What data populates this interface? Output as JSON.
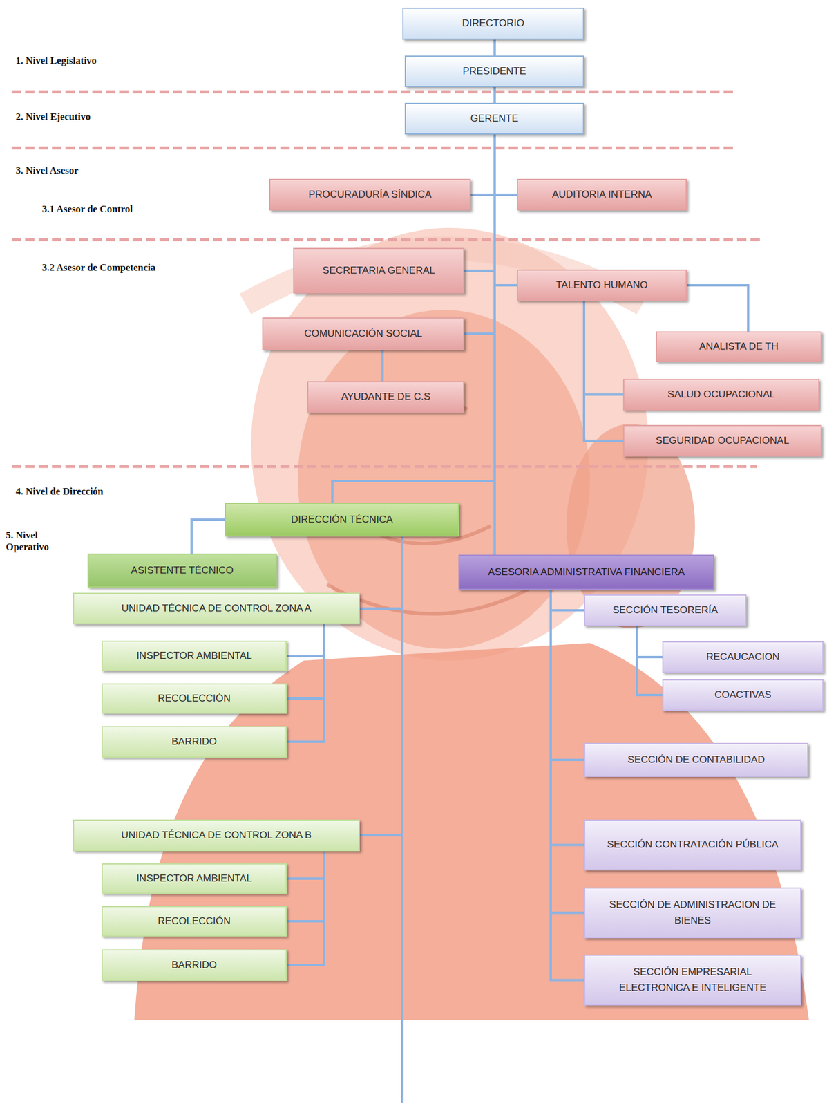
{
  "diagram": {
    "nodes": [
      {
        "text": [
          "DIRECTORIO"
        ]
      },
      {
        "text": [
          "PRESIDENTE"
        ]
      },
      {
        "text": [
          "GERENTE"
        ]
      },
      {
        "text": [
          "PROCURADURÍA SÍNDICA"
        ]
      },
      {
        "text": [
          "AUDITORIA INTERNA"
        ]
      },
      {
        "text": [
          "SECRETARIA GENERAL"
        ]
      },
      {
        "text": [
          "TALENTO HUMANO"
        ]
      },
      {
        "text": [
          "COMUNICACIÓN SOCIAL"
        ]
      },
      {
        "text": [
          "ANALISTA DE TH"
        ]
      },
      {
        "text": [
          "AYUDANTE DE C.S"
        ]
      },
      {
        "text": [
          "SALUD OCUPACIONAL"
        ]
      },
      {
        "text": [
          "SEGURIDAD OCUPACIONAL"
        ]
      },
      {
        "text": [
          "DIRECCIÓN TÉCNICA"
        ]
      },
      {
        "text": [
          "ASISTENTE TÉCNICO"
        ]
      },
      {
        "text": [
          "ASESORIA ADMINISTRATIVA FINANCIERA"
        ]
      },
      {
        "text": [
          "UNIDAD TÉCNICA DE CONTROL ZONA A"
        ]
      },
      {
        "text": [
          "SECCIÓN TESORERÍA"
        ]
      },
      {
        "text": [
          "INSPECTOR AMBIENTAL"
        ]
      },
      {
        "text": [
          "RECAUCACION"
        ]
      },
      {
        "text": [
          "COACTIVAS"
        ]
      },
      {
        "text": [
          "RECOLECCIÓN"
        ]
      },
      {
        "text": [
          "BARRIDO"
        ]
      },
      {
        "text": [
          "SECCIÓN DE CONTABILIDAD"
        ]
      },
      {
        "text": [
          "UNIDAD TÉCNICA DE CONTROL ZONA B"
        ]
      },
      {
        "text": [
          "SECCIÓN CONTRATACIÓN PÚBLICA"
        ]
      },
      {
        "text": [
          "INSPECTOR AMBIENTAL"
        ]
      },
      {
        "text": [
          "SECCIÓN DE ADMINISTRACION DE BIENES"
        ]
      },
      {
        "text": [
          "RECOLECCIÓN"
        ]
      },
      {
        "text": [
          "SECCIÓN EMPRESARIAL ELECTRONICA E INTELIGENTE"
        ]
      },
      {
        "text": [
          "BARRIDO"
        ]
      }
    ],
    "edges": [
      {
        "from": 0,
        "to": 1,
        "arrow": "none"
      },
      {
        "from": 1,
        "to": 2,
        "arrow": "none"
      },
      {
        "from": 2,
        "to": 3,
        "arrow": "none"
      },
      {
        "from": 2,
        "to": 4,
        "arrow": "none"
      },
      {
        "from": 2,
        "to": 5,
        "arrow": "none"
      },
      {
        "from": 2,
        "to": 6,
        "arrow": "none"
      },
      {
        "from": 2,
        "to": 7,
        "arrow": "none"
      },
      {
        "from": 6,
        "to": 8,
        "arrow": "none"
      },
      {
        "from": 7,
        "to": 9,
        "arrow": "none"
      },
      {
        "from": 6,
        "to": 10,
        "arrow": "none"
      },
      {
        "from": 6,
        "to": 11,
        "arrow": "none"
      },
      {
        "from": 2,
        "to": 12,
        "arrow": "none"
      },
      {
        "from": 2,
        "to": 14,
        "arrow": "none"
      },
      {
        "from": 12,
        "to": 13,
        "arrow": "none"
      },
      {
        "from": 12,
        "to": 15,
        "arrow": "none"
      },
      {
        "from": 12,
        "to": 23,
        "arrow": "none"
      },
      {
        "from": 15,
        "to": 17,
        "arrow": "none"
      },
      {
        "from": 15,
        "to": 20,
        "arrow": "none"
      },
      {
        "from": 15,
        "to": 21,
        "arrow": "none"
      },
      {
        "from": 23,
        "to": 25,
        "arrow": "none"
      },
      {
        "from": 23,
        "to": 27,
        "arrow": "none"
      },
      {
        "from": 23,
        "to": 29,
        "arrow": "none"
      },
      {
        "from": 14,
        "to": 16,
        "arrow": "none"
      },
      {
        "from": 14,
        "to": 22,
        "arrow": "none"
      },
      {
        "from": 14,
        "to": 24,
        "arrow": "none"
      },
      {
        "from": 14,
        "to": 26,
        "arrow": "none"
      },
      {
        "from": 14,
        "to": 28,
        "arrow": "none"
      },
      {
        "from": 16,
        "to": 18,
        "arrow": "none"
      },
      {
        "from": 16,
        "to": 19,
        "arrow": "none"
      }
    ],
    "labels": [
      "1. Nivel Legislativo",
      "2. Nivel Ejecutivo",
      "3. Nivel Asesor",
      "3.1 Asesor de Control",
      "3.2 Asesor de Competencia",
      "4. Nivel de Dirección",
      "5. Nivel Operativo"
    ]
  }
}
